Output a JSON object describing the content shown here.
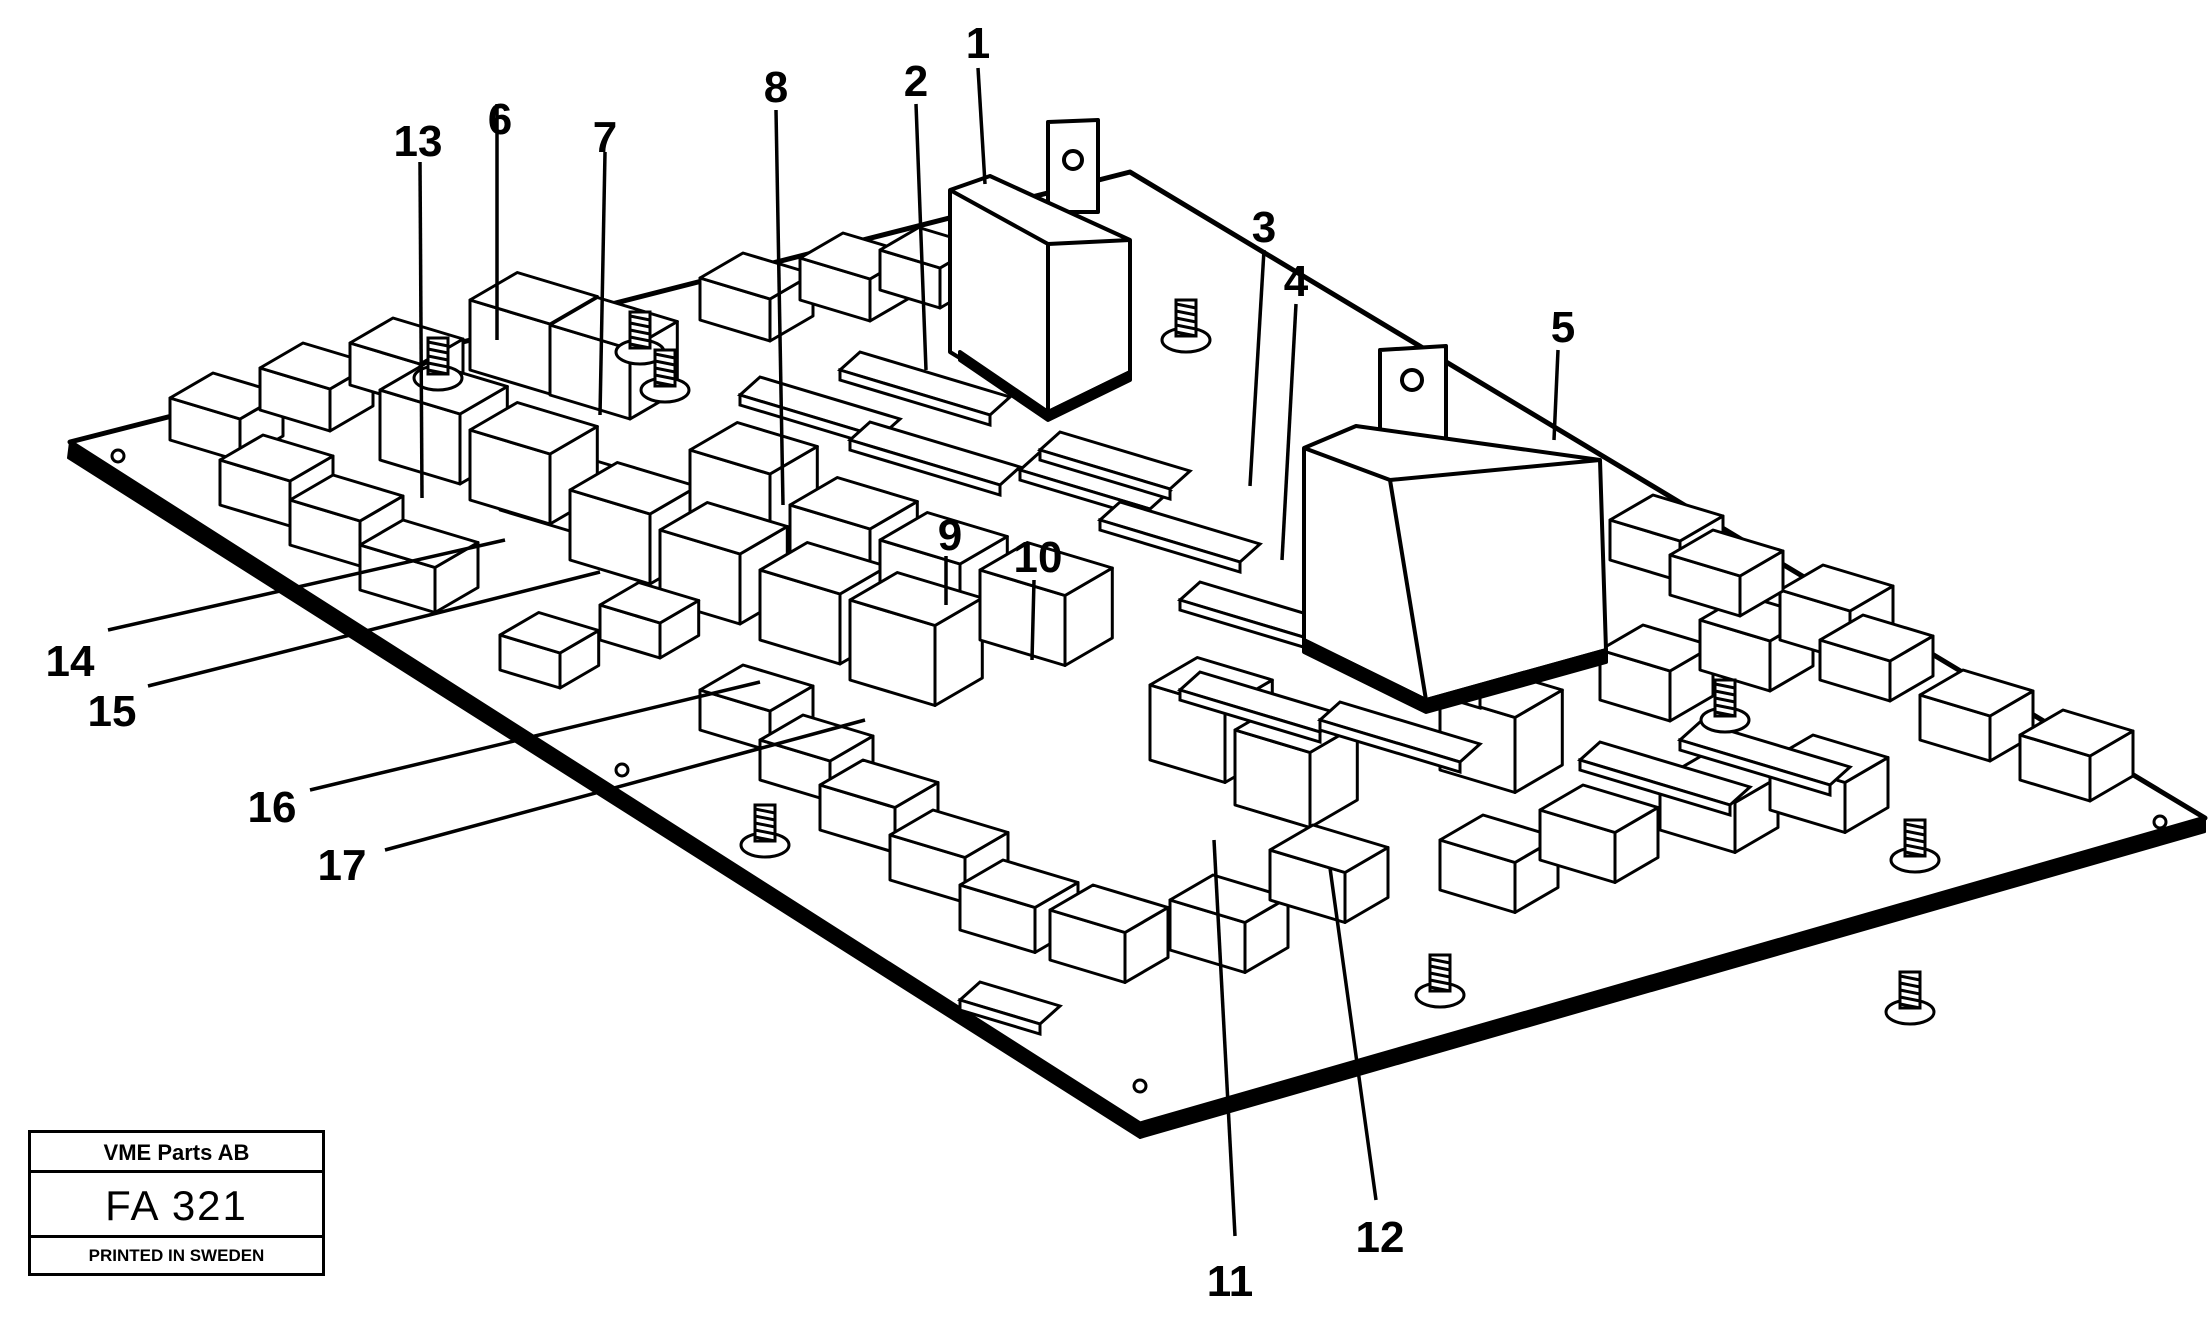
{
  "diagram": {
    "callouts": [
      "1",
      "2",
      "3",
      "4",
      "5",
      "6",
      "7",
      "8",
      "9",
      "10",
      "11",
      "12",
      "13",
      "14",
      "15",
      "16",
      "17"
    ]
  },
  "stamp": {
    "company": "VME Parts AB",
    "code": "FA 321",
    "printed": "PRINTED IN SWEDEN"
  }
}
